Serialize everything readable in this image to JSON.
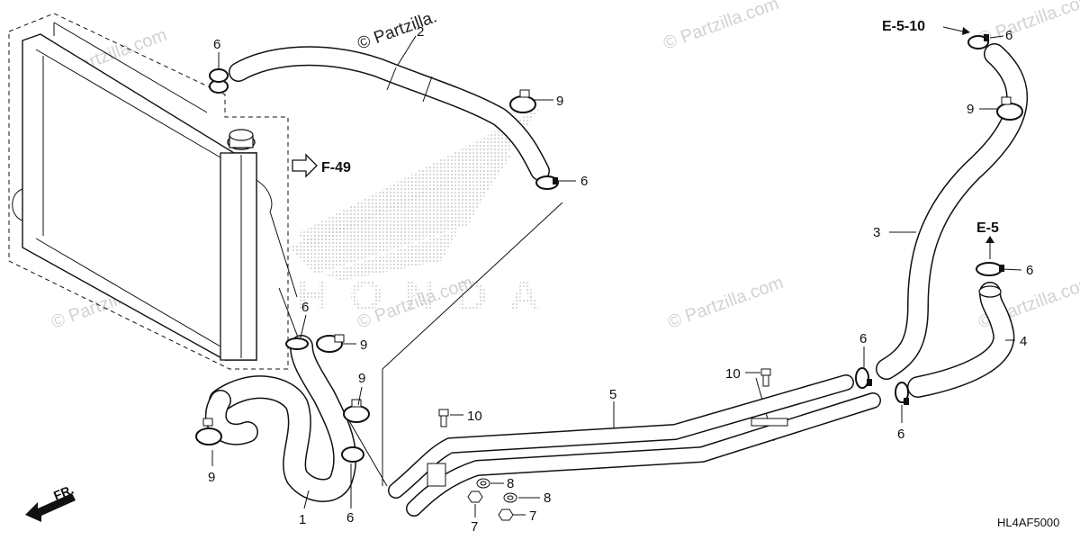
{
  "watermarks": {
    "brand": "© Partzilla.com",
    "partial": "© Partzilla."
  },
  "diagram_code": "HL4AF5000",
  "front_indicator": "FR.",
  "references": {
    "e510": "E-5-10",
    "e5": "E-5",
    "f49": "F-49"
  },
  "callouts": {
    "n1": "1",
    "n2": "2",
    "n3": "3",
    "n4": "4",
    "n5": "5",
    "n6": "6",
    "n7": "7",
    "n8": "8",
    "n9": "9",
    "n10": "10"
  },
  "logo_text": "HONDA",
  "colors": {
    "ink": "#111111",
    "watermark": "#d2d2d2",
    "logo_dots": "#bdbdbd"
  }
}
